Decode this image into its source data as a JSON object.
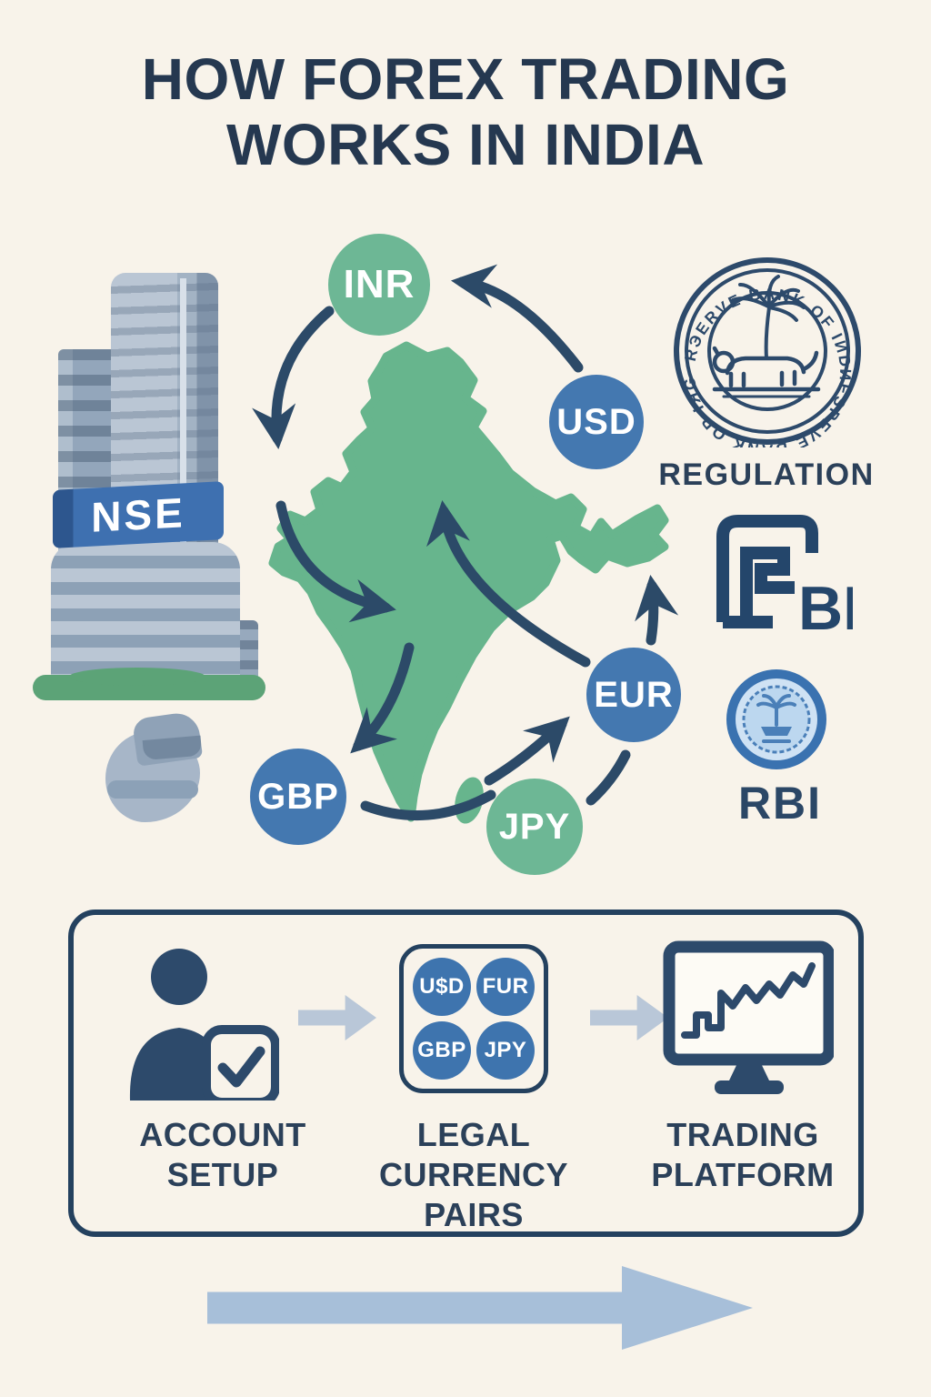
{
  "title": {
    "line1": "HOW FOREX TRADING",
    "line2": "WORKS IN INDIA"
  },
  "exchange": {
    "sign": "NSE"
  },
  "cycle": {
    "coins": [
      {
        "code": "INR",
        "color": "#6db795"
      },
      {
        "code": "USD",
        "color": "#4478b0"
      },
      {
        "code": "EUR",
        "color": "#4478b0"
      },
      {
        "code": "JPY",
        "color": "#6db795"
      },
      {
        "code": "GBP",
        "color": "#4478b0"
      }
    ]
  },
  "regulation": {
    "seal_top": "· RЭERVE BANK OF IИDI",
    "seal_bottom": "· ИESPEVE BANK OP IЯGAI",
    "label": "REGULATION",
    "sebi_letters": "BI",
    "rbi_label": "RBI"
  },
  "steps": {
    "items": [
      {
        "lines": [
          "ACCOUNT",
          "SETUP"
        ]
      },
      {
        "lines": [
          "LEGAL",
          "CURRENCY",
          "PAIRS"
        ],
        "pairs": [
          "U$D",
          "FUR",
          "GBP",
          "JPY"
        ]
      },
      {
        "lines": [
          "TRADING",
          "PLATFORM"
        ]
      }
    ]
  },
  "colors": {
    "background": "#f8f3ea",
    "navy_text": "#253850",
    "navy_icon": "#2d4a6b",
    "arrow_navy": "#2c4a68",
    "map_green": "#67b58d",
    "coin_green": "#6db795",
    "coin_blue": "#4478b0",
    "nse_blue": "#3e70b0",
    "light_arrow": "#b9c7d8",
    "bottom_arrow": "#a7bfd9"
  }
}
